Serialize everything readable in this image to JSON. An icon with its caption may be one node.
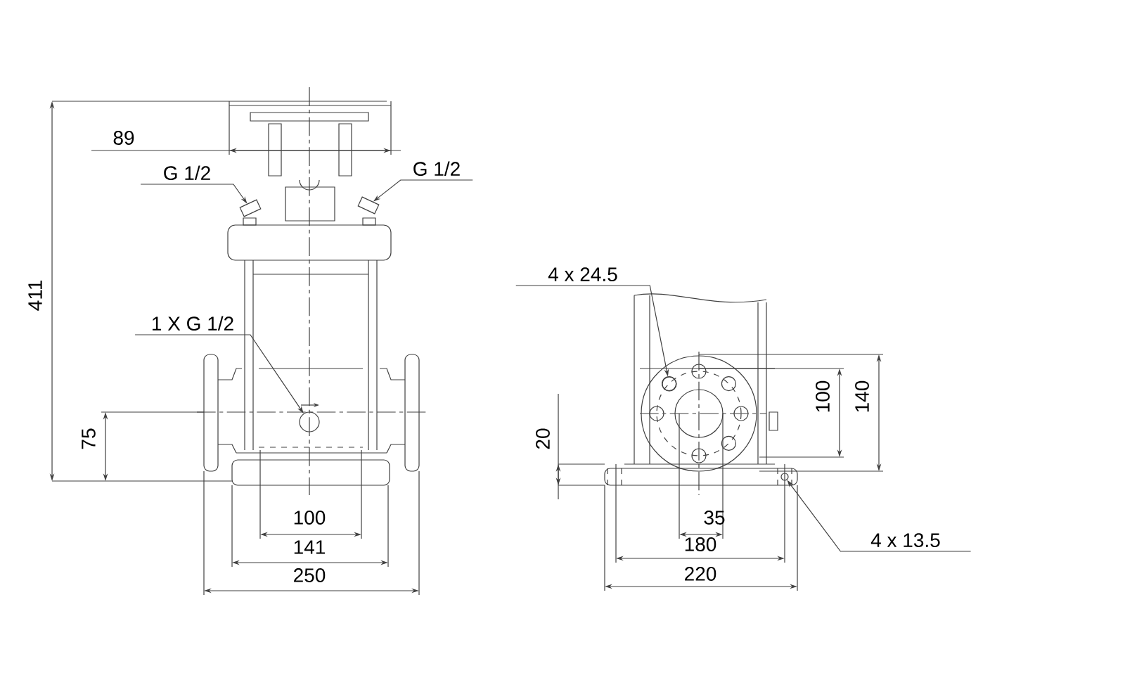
{
  "diagram": {
    "nodes": [
      {
        "text": [
          "G 1/2"
        ]
      },
      {
        "text": [
          "G 1/2"
        ]
      },
      {
        "text": [
          "1 X G 1/2"
        ]
      },
      {
        "text": [
          "4 x 24.5"
        ]
      },
      {
        "text": [
          "4 x 13.5"
        ]
      },
      {
        "text": [],
        "shape": "box"
      },
      {
        "text": [],
        "shape": "box"
      },
      {
        "text": [],
        "shape": "circle"
      },
      {
        "text": [],
        "shape": "circle"
      },
      {
        "text": [],
        "shape": "circle"
      }
    ],
    "edges": [
      {
        "from": 0,
        "to": 5,
        "arrow": "to"
      },
      {
        "from": 1,
        "to": 6,
        "arrow": "to"
      },
      {
        "from": 2,
        "to": 7,
        "arrow": "to"
      },
      {
        "from": 3,
        "to": 8,
        "arrow": "to"
      },
      {
        "from": 4,
        "to": 9,
        "arrow": "to"
      }
    ],
    "labels": [
      "89",
      "411",
      "75",
      "100",
      "141",
      "250",
      "20",
      "100",
      "140",
      "35",
      "180",
      "220"
    ]
  }
}
